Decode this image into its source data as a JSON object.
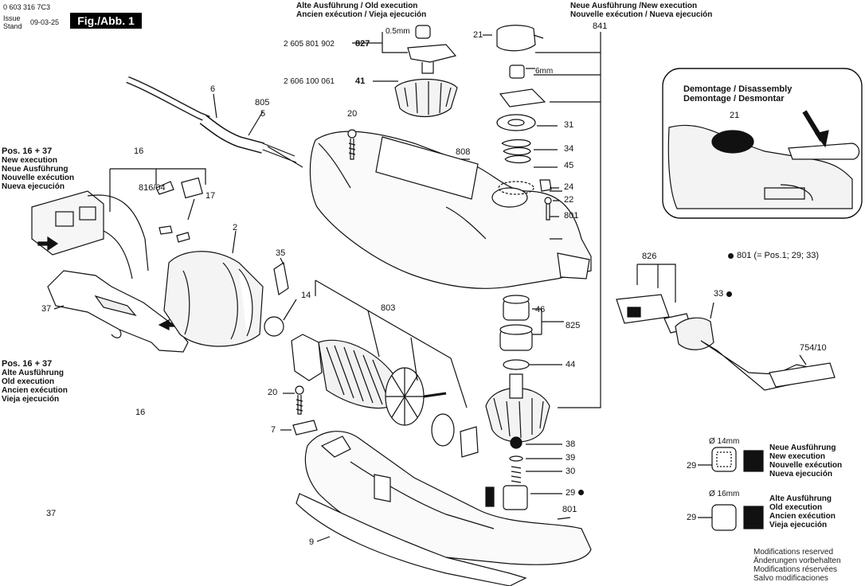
{
  "header": {
    "doc_number": "0 603 316 7C3",
    "issue_label_1": "Issue",
    "issue_label_2": "Stand",
    "issue_date": "09-03-25",
    "fig_label": "Fig./Abb. 1"
  },
  "top_left_block": {
    "lines": [
      "Alte Ausführung / Old execution",
      "Ancien exécution / Vieja ejecución"
    ]
  },
  "top_right_block": {
    "lines": [
      "Neue Ausführung /New execution",
      "Nouvelle exécution / Nueva ejecución"
    ]
  },
  "pos_new": {
    "lines": [
      "Pos. 16 + 37",
      "New execution",
      "Neue Ausführung",
      "Nouvelle exécution",
      "Nueva ejecución"
    ]
  },
  "pos_old": {
    "lines": [
      "Pos. 16 + 37",
      "Alte Ausführung",
      "Old execution",
      "Ancien exécution",
      "Vieja ejecución"
    ]
  },
  "disassembly": {
    "lines": [
      "Demontage / Disassembly",
      "Demontage / Desmontar"
    ],
    "part": "21"
  },
  "legend_801": "801 (= Pos.1; 29; 33)",
  "dim_top_05": "0.5mm",
  "dim_6mm": "6mm",
  "dim_14mm": "Ø 14mm",
  "dim_16mm": "Ø 16mm",
  "partnos": {
    "p827": "2 605 801 902",
    "p41": "2 606 100 061"
  },
  "bearing_new": {
    "lines": [
      "Neue Ausführung",
      "New execution",
      "Nouvelle exécution",
      "Nueva ejecución"
    ]
  },
  "bearing_old": {
    "lines": [
      "Alte Ausführung",
      "Old execution",
      "Ancien exécution",
      "Vieja ejecución"
    ]
  },
  "footer_notes": {
    "lines": [
      "Modifications reserved",
      "Änderungen vorbehalten",
      "Modifications réservées",
      "Salvo modificaciones"
    ]
  },
  "labels": {
    "n6": "6",
    "n805": "805",
    "n5": "5",
    "n20a": "20",
    "n808": "808",
    "n16a": "16",
    "n816": "816/04",
    "n17": "17",
    "n2": "2",
    "n35": "35",
    "n14": "14",
    "n803": "803",
    "n37a": "37",
    "n16b": "16",
    "n37b": "37",
    "n20b": "20",
    "n7": "7",
    "n9": "9",
    "n827": "827",
    "n41": "41",
    "n21": "21",
    "n841": "841",
    "n31": "31",
    "n34": "34",
    "n45": "45",
    "n24": "24",
    "n22": "22",
    "n801a": "801",
    "n46": "46",
    "n825": "825",
    "n44": "44",
    "n38": "38",
    "n39": "39",
    "n30": "30",
    "n29a": "29",
    "n801b": "801",
    "n826": "826",
    "n33": "33",
    "n754": "754/10",
    "n29b": "29",
    "n29c": "29"
  }
}
